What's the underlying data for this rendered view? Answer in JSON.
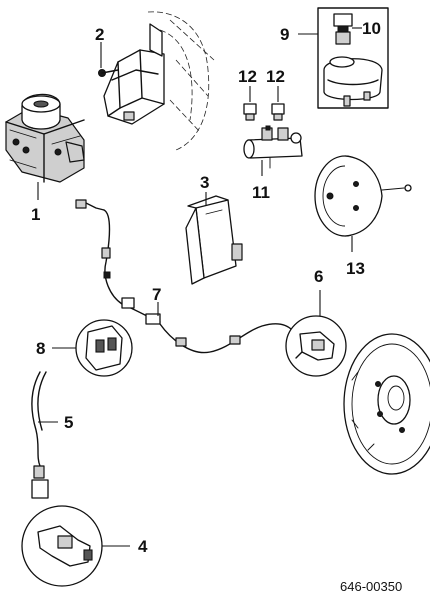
{
  "callouts": {
    "c1": "1",
    "c2": "2",
    "c3": "3",
    "c4": "4",
    "c5": "5",
    "c6": "6",
    "c7": "7",
    "c8": "8",
    "c9": "9",
    "c10": "10",
    "c11": "11",
    "c12a": "12",
    "c12b": "12",
    "c13": "13"
  },
  "diagram_number": "646-00350"
}
